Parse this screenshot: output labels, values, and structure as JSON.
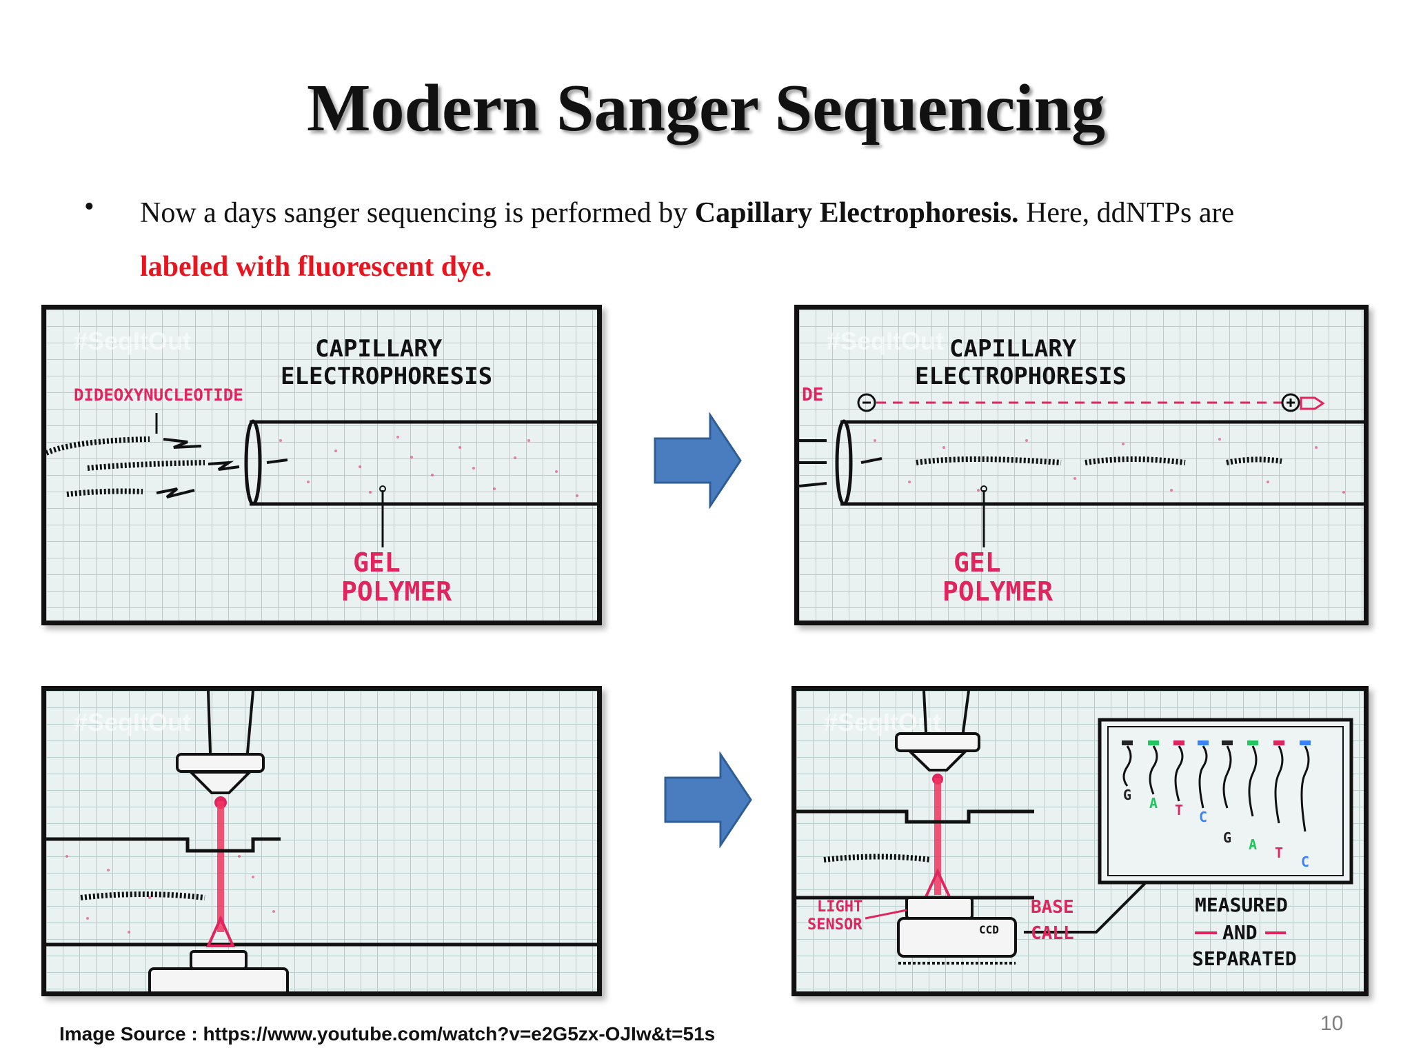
{
  "slide": {
    "title": "Modern Sanger Sequencing",
    "bullet": {
      "marker": "•",
      "text_part1": "Now a days sanger sequencing is performed by ",
      "text_bold": "Capillary Electrophoresis.",
      "text_part2": " Here, ddNTPs are ",
      "text_red": "labeled with fluorescent dye."
    },
    "source": "Image Source : https://www.youtube.com/watch?v=e2G5zx-OJIw&t=51s",
    "page_number": "10"
  },
  "panels": {
    "p1": {
      "watermark": "#SeqItOut",
      "label_dideoxy": "DIDEOXYNUCLEOTIDE",
      "label_cap1": "CAPILLARY",
      "label_cap2": "ELECTROPHORESIS",
      "label_gel1": "GEL",
      "label_gel2": "POLYMER"
    },
    "p2": {
      "watermark": "#SeqItOut",
      "label_de": "DE",
      "label_cap1": "CAPILLARY",
      "label_cap2": "ELECTROPHORESIS",
      "label_gel1": "GEL",
      "label_gel2": "POLYMER"
    },
    "p3": {
      "watermark": "#SeqItOut"
    },
    "p4": {
      "watermark": "#SeqItOut",
      "label_light1": "LIGHT",
      "label_light2": "SENSOR",
      "label_ccd": "CCD",
      "label_base1": "BASE",
      "label_base2": "CALL",
      "label_meas1": "MEASURED",
      "label_meas2": "AND",
      "label_meas3": "SEPARATED",
      "bases_top": [
        "G",
        "A",
        "T",
        "C"
      ],
      "bases_bottom": [
        "G",
        "A",
        "T",
        "C"
      ]
    }
  },
  "colors": {
    "arrow_fill": "#4a7cc0",
    "arrow_stroke": "#2f5d96",
    "accent_red": "#e8141e",
    "pink": "#e0245e",
    "base_G": "#222222",
    "base_A": "#22c55e",
    "base_T": "#e0245e",
    "base_C": "#3b82f6"
  }
}
